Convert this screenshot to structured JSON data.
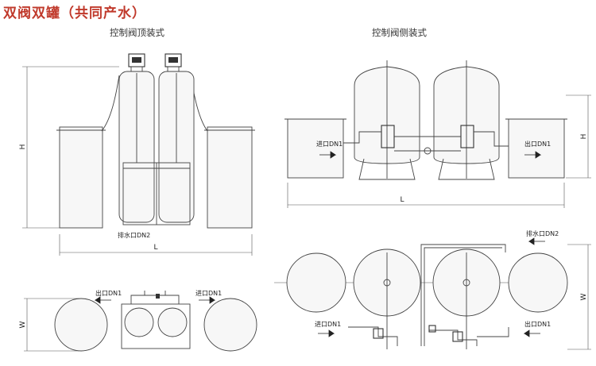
{
  "title": "双阀双罐（共同产水）",
  "captions": {
    "top_mount": "控制阀顶装式",
    "side_mount": "控制阀侧装式"
  },
  "labels": {
    "height": "H",
    "length": "L",
    "width": "W",
    "inlet": "进口DN1",
    "outlet": "出口DN1",
    "drain": "排水口DN2"
  },
  "colors": {
    "title": "#c0392b",
    "line": "#444444",
    "fill": "#f7f7f7"
  }
}
